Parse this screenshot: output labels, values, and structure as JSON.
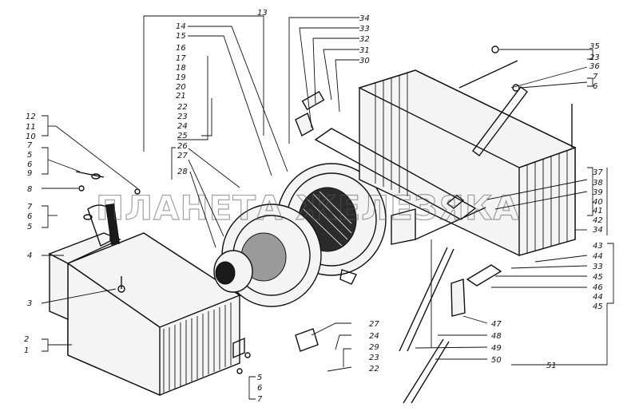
{
  "watermark": "ПЛАНЕТА ЖЕЛЕЗЯКА",
  "labels": {
    "l12": "12",
    "l11": "11",
    "l10": "10",
    "l7a": "7",
    "l5a": "5",
    "l6a": "6",
    "l9": "9",
    "l8": "8",
    "l7b": "7",
    "l6b": "6",
    "l5b": "5",
    "l4": "4",
    "l3": "3",
    "l2": "2",
    "l1": "1",
    "l13": "13",
    "l14": "14",
    "l15": "15",
    "l16": "16",
    "l17": "17",
    "l18": "18",
    "l19": "19",
    "l20": "20",
    "l21": "21",
    "l22": "22",
    "l23a": "23",
    "l24a": "24",
    "l25": "25",
    "l26": "26",
    "l27a": "27",
    "l28": "28",
    "l34a": "34",
    "l33a": "33",
    "l32": "32",
    "l31": "31",
    "l30": "30",
    "l35": "35",
    "l23b": "23",
    "l36": "36",
    "l7c": "7",
    "l6c": "6",
    "l37": "37",
    "l38": "38",
    "l39": "39",
    "l40": "40",
    "l41": "41",
    "l42": "42",
    "l34b": "34",
    "l43": "43",
    "l44a": "44",
    "l33b": "33",
    "l45a": "45",
    "l46": "46",
    "l44b": "44",
    "l45b": "45",
    "l47": "47",
    "l48": "48",
    "l49": "49",
    "l50": "50",
    "l51": "51",
    "l27b": "27",
    "l24b": "24",
    "l29": "29",
    "l23c": "23",
    "l22b": "22",
    "l5c": "5",
    "l6d": "6",
    "l7d": "7"
  }
}
